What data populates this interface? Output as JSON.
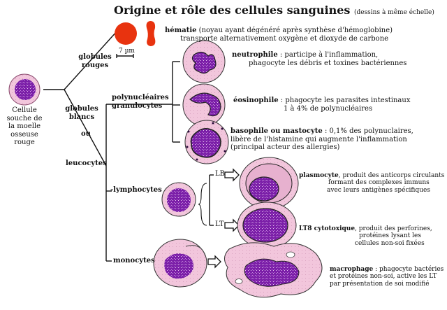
{
  "title": "Origine et rôle des cellules sanguines",
  "title_note": "(dessins à même échelle)",
  "scale_label": "7 µm",
  "stem_cell": [
    "Cellule",
    "souche de",
    "la moelle",
    "osseuse",
    "rouge"
  ],
  "red_cells": [
    "globules",
    "rouges"
  ],
  "white_cells": [
    "globules",
    "blancs"
  ],
  "ou": "ou",
  "leucocytes": "leucocytes",
  "polynuclear": [
    "polynucléaires",
    "granulocytes"
  ],
  "lymphocytes": "-lymphocytes",
  "monocytes": "monocytes",
  "lb": "LB",
  "lt": "LT",
  "hematie": {
    "name": "hématie",
    "line1": " (noyau ayant dégénéré après synthèse d'hémoglobine)",
    "line2": "transporte alternativement oxygène et dioxyde de carbone"
  },
  "neutrophile": {
    "name": "neutrophile",
    "line1": " : participe à l'inflammation,",
    "line2": "phagocyte les débris et toxines bactériennes"
  },
  "eosinophile": {
    "name": "éosinophile",
    "line1": " : phagocyte les parasites intestinaux",
    "line2": "1 à 4% de polynucléaires"
  },
  "basophile": {
    "name": "basophile ou mastocyte",
    "line1": " : 0,1% des polynuclaires,",
    "line2": "libère de l'histamine qui augmente l'inflammation",
    "line3": "(principal acteur des allergies)"
  },
  "plasmocyte": {
    "name": "plasmocyte",
    "line1": ", produit des anticorps circulants",
    "line2": "formant des complexes immuns",
    "line3": "avec leurs antigènes spécifiques"
  },
  "lt8": {
    "name": "LT8 cytotoxique",
    "line1": ", produit des perforines,",
    "line2": "protéines lysant les",
    "line3": "cellules non-soi fixées"
  },
  "macrophage": {
    "name": "macrophage",
    "line1": " : phagocyte bactéries",
    "line2": "et protéines non-soi, active les LT",
    "line3": "par présentation de soi modifié"
  },
  "colors": {
    "cytoplasm": "#f2c6dc",
    "nucleus": "#7b1fa8",
    "nucleus_light": "#b24fd0",
    "red_cell": "#e8330f",
    "line": "#111111"
  }
}
